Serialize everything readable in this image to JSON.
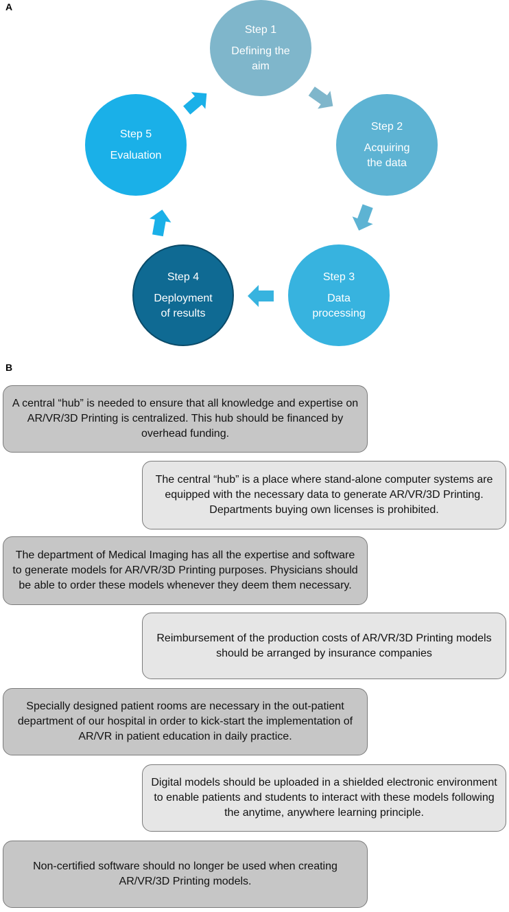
{
  "panel_a": {
    "label": "A",
    "steps": [
      {
        "step": "Step 1",
        "desc": "Defining the\naim",
        "color": "#7fb6cb"
      },
      {
        "step": "Step 2",
        "desc": "Acquiring\nthe data",
        "color": "#5db3d3"
      },
      {
        "step": "Step 3",
        "desc": "Data\nprocessing",
        "color": "#37b3df"
      },
      {
        "step": "Step 4",
        "desc": "Deployment\nof results",
        "color": "#0f6a93"
      },
      {
        "step": "Step 5",
        "desc": "Evaluation",
        "color": "#1ab0e8"
      }
    ]
  },
  "panel_b": {
    "label": "B",
    "statements": [
      {
        "text": "A central “hub” is needed to ensure that all knowledge and expertise on AR/VR/3D Printing is centralized. This hub should be financed by overhead funding.",
        "shade": "dark"
      },
      {
        "text": "The central “hub” is a place where stand-alone computer systems are equipped with the necessary data to generate AR/VR/3D Printing. Departments buying own licenses is prohibited.",
        "shade": "light"
      },
      {
        "text": "The department of Medical Imaging has all the expertise and software to generate models for AR/VR/3D Printing purposes. Physicians should be able to order these models whenever they deem them necessary.",
        "shade": "dark"
      },
      {
        "text": "Reimbursement of the production costs of AR/VR/3D Printing models should be arranged by insurance companies",
        "shade": "light"
      },
      {
        "text": "Specially designed patient rooms are necessary in the out-patient department of our hospital in order to kick-start the implementation of AR/VR in patient education in daily practice.",
        "shade": "dark"
      },
      {
        "text": "Digital models should be uploaded in a shielded electronic environment to enable patients and students to interact with these models following the anytime, anywhere learning principle.",
        "shade": "light"
      },
      {
        "text": "Non-certified software should no longer be used when creating AR/VR/3D Printing models.",
        "shade": "dark"
      }
    ]
  }
}
